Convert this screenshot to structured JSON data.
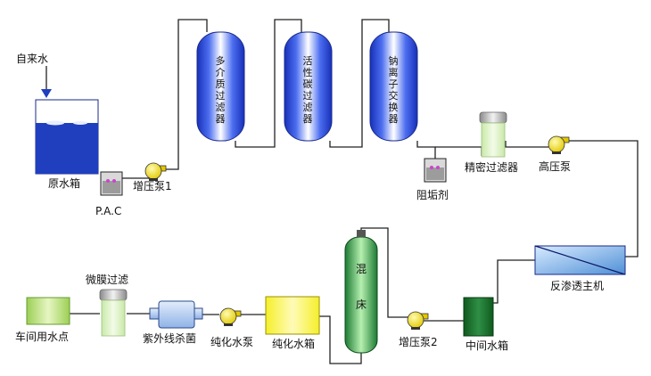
{
  "labels": {
    "source_water": "自来水",
    "raw_tank": "原水箱",
    "pac": "P.A.C",
    "booster_pump_1": "增压泵1",
    "scale_inhibitor": "阻垢剂",
    "precision_filter": "精密过滤器",
    "high_pressure_pump": "高压泵",
    "ro_unit": "反渗透主机",
    "intermediate_tank": "中间水箱",
    "booster_pump_2": "增压泵2",
    "pure_tank": "纯化水箱",
    "pure_pump": "纯化水泵",
    "uv_sterilizer": "紫外线杀菌",
    "micro_filter": "微膜过滤",
    "workshop_point": "车间用水点"
  },
  "vessels": {
    "multimedia": [
      "多",
      "介",
      "质",
      "过",
      "滤",
      "器"
    ],
    "carbon": [
      "活",
      "性",
      "碳",
      "过",
      "滤",
      "器"
    ],
    "sodium": [
      "钠",
      "离",
      "子",
      "交",
      "换",
      "器"
    ]
  },
  "mixed_bed": {
    "top_char": "混",
    "bottom_char": "床"
  },
  "colors": {
    "vessel_blue": "#3a5fe0",
    "tank_water": "#1f3fbf",
    "intermediate_tank": "#1d6b2a",
    "pure_tank": "#f4f04a",
    "workshop_green": "#bfe07a",
    "mixed_bed_green": "#2f9a45",
    "pump_yellow": "#f1e500",
    "uv_blue": "#a9c6ef",
    "ro_blue": "#6aa7e4"
  },
  "icons": {
    "pump": "centrifugal-pump-icon",
    "dosing": "dosing-tank-icon",
    "arrow": "inflow-arrow-icon"
  }
}
